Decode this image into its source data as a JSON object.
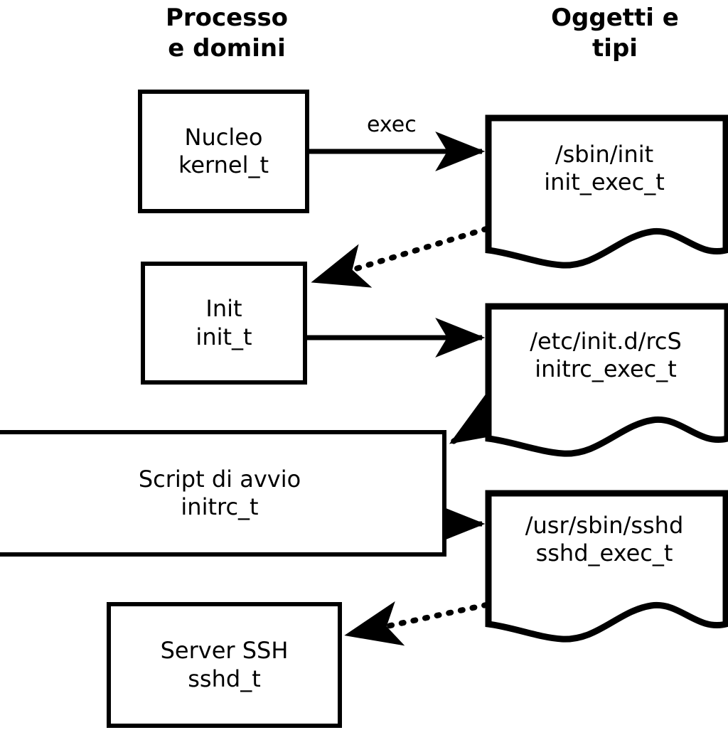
{
  "diagram": {
    "title_left": "Processo\ne domini",
    "title_right": "Oggetti e\ntipi",
    "columns": {
      "left_header": "Processo\ne domini",
      "right_header": "Oggetti e\ntipi"
    },
    "process_boxes": [
      {
        "name": "Nucleo",
        "type": "kernel_t"
      },
      {
        "name": "Init",
        "type": "init_t"
      },
      {
        "name": "Script di avvio",
        "type": "initrc_t"
      },
      {
        "name": "Server SSH",
        "type": "sshd_t"
      }
    ],
    "object_docs": [
      {
        "path": "/sbin/init",
        "type": "init_exec_t"
      },
      {
        "path": "/etc/init.d/rcS",
        "type": "initrc_exec_t"
      },
      {
        "path": "/usr/sbin/sshd",
        "type": "sshd_exec_t"
      }
    ],
    "edges": [
      {
        "id": "kernel-exec-init",
        "label": "exec",
        "style": "solid",
        "from": "Nucleo kernel_t",
        "to": "/sbin/init init_exec_t"
      },
      {
        "id": "initexec-transition-init",
        "label": "",
        "style": "dotted",
        "from": "/sbin/init init_exec_t",
        "to": "Init init_t"
      },
      {
        "id": "init-exec-rcs",
        "label": "",
        "style": "solid",
        "from": "Init init_t",
        "to": "/etc/init.d/rcS initrc_exec_t"
      },
      {
        "id": "rcsexec-transition-initrc",
        "label": "",
        "style": "dotted",
        "from": "/etc/init.d/rcS initrc_exec_t",
        "to": "Script di avvio initrc_t"
      },
      {
        "id": "initrc-exec-sshd",
        "label": "",
        "style": "solid",
        "from": "Script di avvio initrc_t",
        "to": "/usr/sbin/sshd sshd_exec_t"
      },
      {
        "id": "sshdexec-transition-sshd",
        "label": "",
        "style": "dotted",
        "from": "/usr/sbin/sshd sshd_exec_t",
        "to": "Server SSH sshd_t"
      }
    ],
    "colors": {
      "stroke": "#000000",
      "fill": "#ffffff",
      "background": "#ffffff"
    }
  }
}
